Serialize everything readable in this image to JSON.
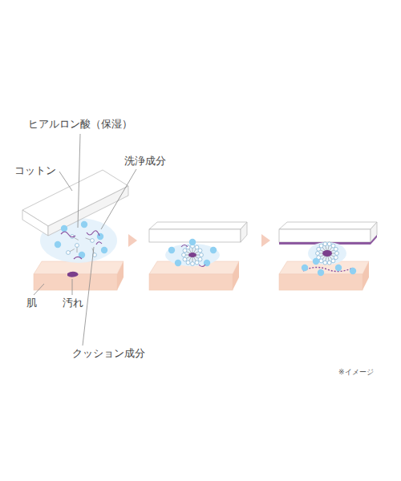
{
  "diagram": {
    "labels": [
      "ヒアルロン酸（保湿）",
      "コットン",
      "洗浄成分",
      "肌",
      "汚れ",
      "クッション成分",
      "※イメージ"
    ]
  }
}
